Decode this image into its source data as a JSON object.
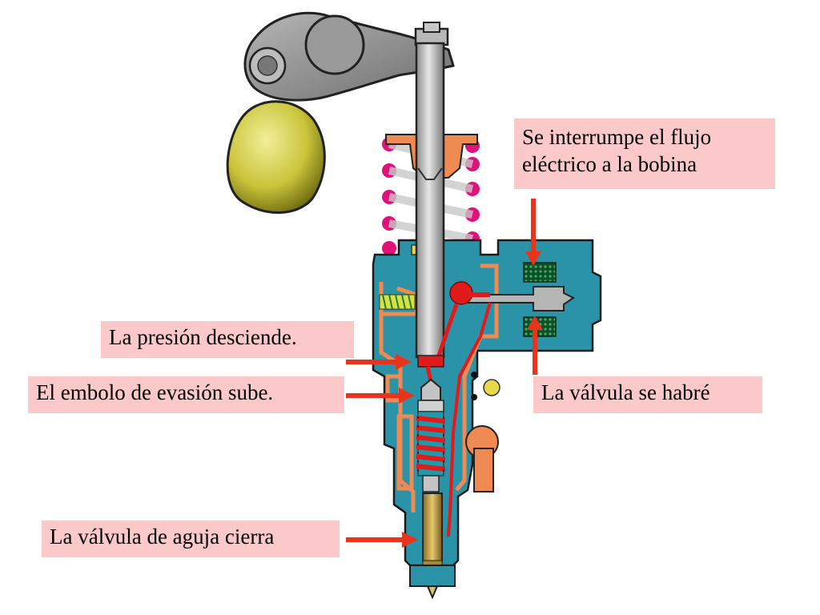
{
  "callouts": {
    "coil_current": {
      "line1": "Se interrumpe el flujo",
      "line2": "eléctrico a la bobina"
    },
    "pressure_drops": "La presión desciende.",
    "spill_plunger_rises": "El embolo de evasión sube.",
    "valve_opens": "La válvula se habré",
    "needle_valve_closes": "La válvula de aguja cierra"
  },
  "colors": {
    "callout_bg": "#fbc9c9",
    "arrow": "#e8341c",
    "body_teal": "#2b93a8",
    "housing_orange": "#ef8a53",
    "fuel_red": "#e11b1b",
    "cam_yellow": "#c8c23a",
    "spring_magenta": "#e0127a",
    "rocker_gray": "#8a8a8a",
    "coil_green": "#1f6e3a"
  }
}
